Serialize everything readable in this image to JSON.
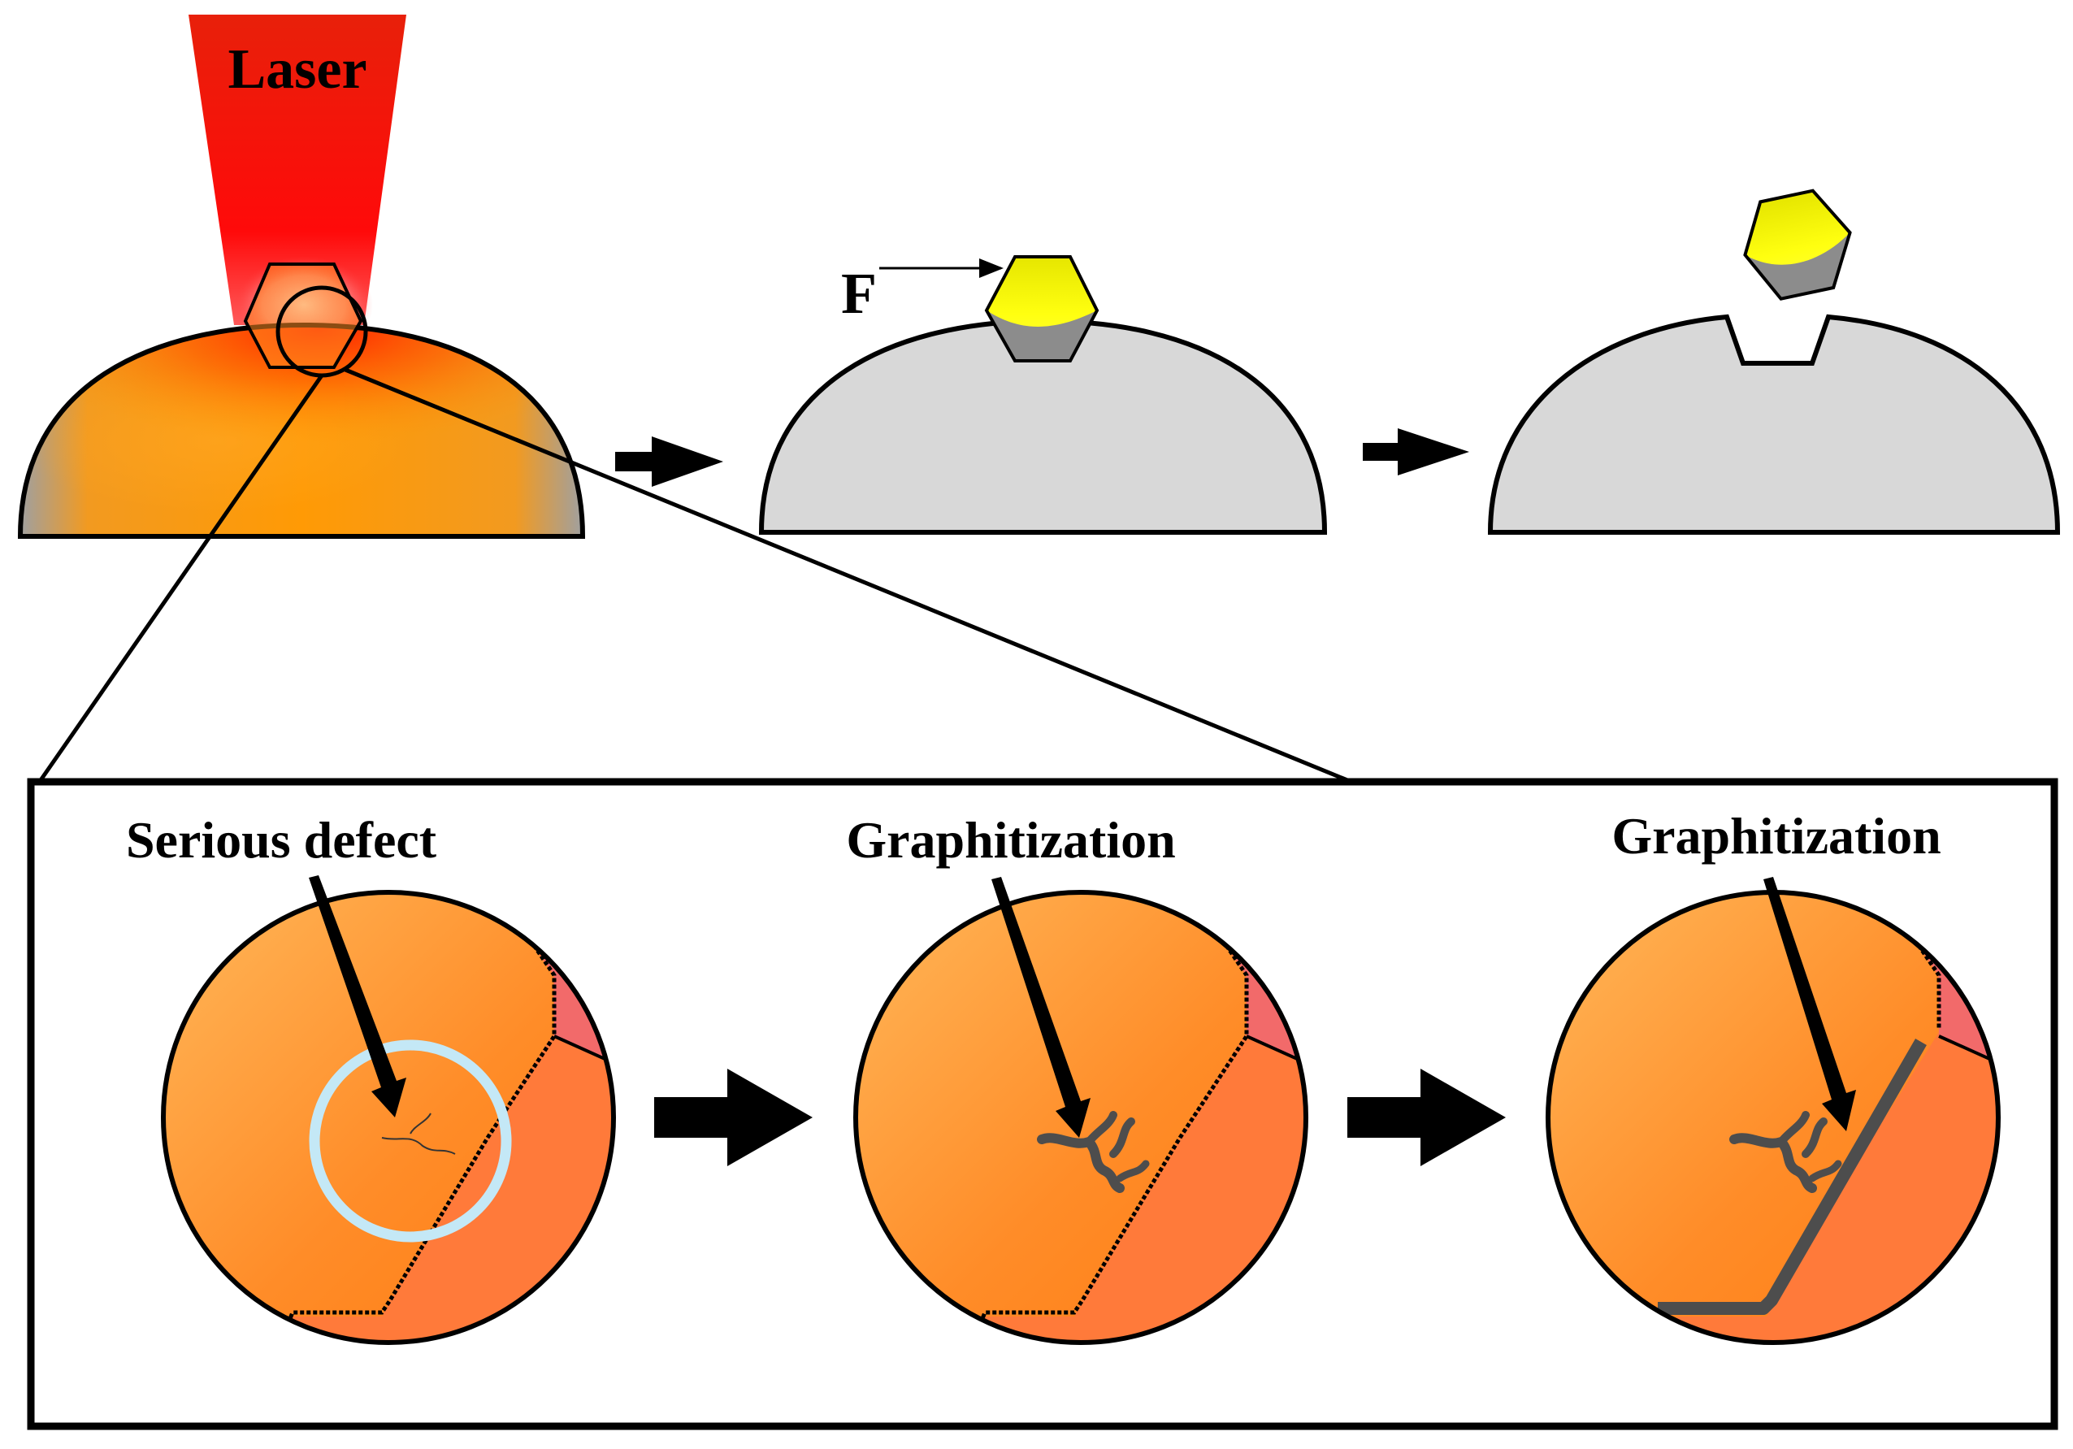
{
  "labels": {
    "laser": "Laser",
    "force": "F",
    "defect": "Serious defect",
    "graphitization_1": "Graphitization",
    "graphitization_2": "Graphitization"
  },
  "colors": {
    "laser_red": "#ff1a00",
    "hot_orange": "#ff9a10",
    "substrate_gray": "#d8d8d8",
    "grain_yellow": "#f2f000",
    "grain_gray": "#8c8c8c",
    "highlight_ring": "#c4e8f6",
    "graphite": "#4d4d4d",
    "lattice_pink": "#f26a6a"
  }
}
